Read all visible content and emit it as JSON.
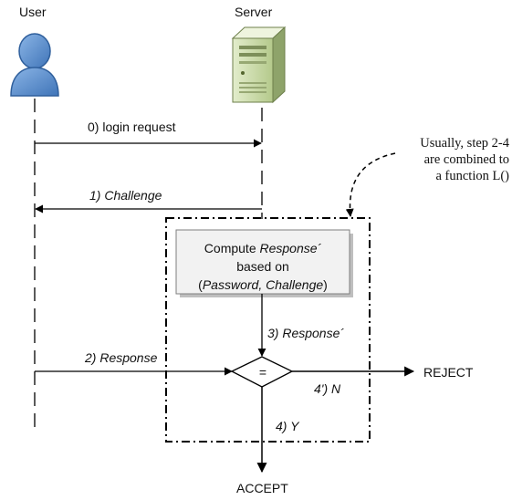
{
  "actors": {
    "user_label": "User",
    "server_label": "Server"
  },
  "messages": {
    "login_request": "0) login request",
    "challenge": "1) Challenge",
    "response": "2) Response",
    "response_prime": "3) Response´"
  },
  "note": {
    "line1": "Usually, step 2-4",
    "line2": "are combined to",
    "line3": "a function L()"
  },
  "compute_box": {
    "line1_prefix": "Compute ",
    "line1_emph": "Response´",
    "line2": "based on",
    "line3_open": "(",
    "line3_emph": "Password, Challenge",
    "line3_close": ")"
  },
  "decision": {
    "symbol": "=",
    "no_label": "4') N",
    "yes_label": "4) Y",
    "reject": "REJECT",
    "accept": "ACCEPT"
  },
  "colors": {
    "user_icon_fill": "#5b8fce",
    "user_icon_stroke": "#2f5f9c",
    "server_body": "#c6d8a2",
    "server_side": "#8ea36a",
    "box_fill": "#f2f2f2",
    "box_shadow": "#bfbfbf",
    "line": "#000000"
  },
  "icons": {
    "user": "person-icon",
    "server": "server-tower-icon"
  }
}
